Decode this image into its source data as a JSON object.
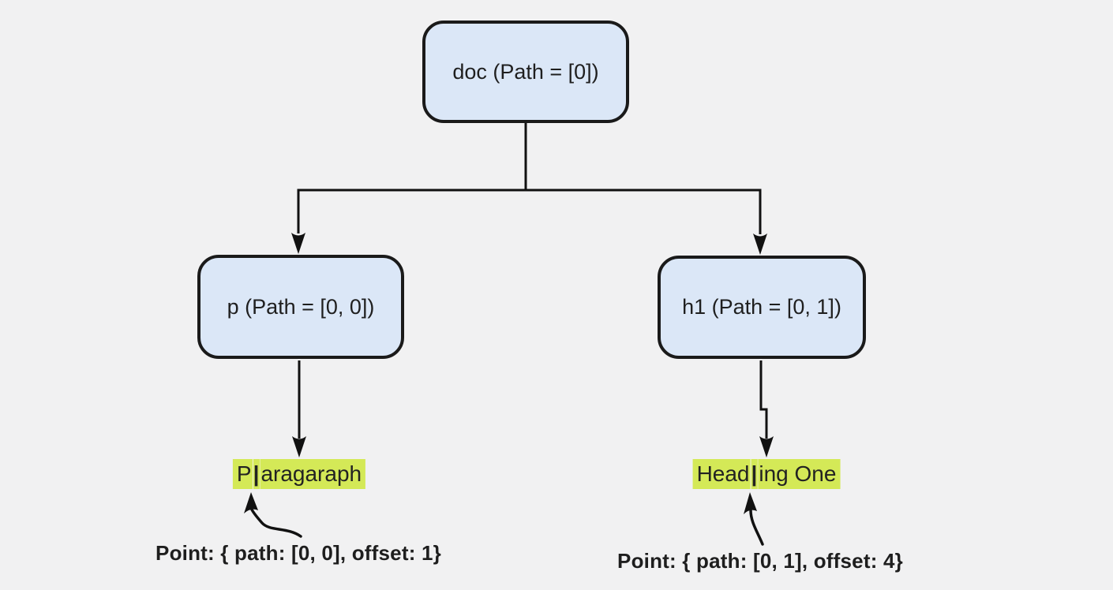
{
  "colors": {
    "background": "#f1f1f2",
    "node_fill": "#dbe7f7",
    "node_border": "#1a1a1a",
    "highlight": "#d4e957",
    "line": "#111111",
    "text": "#1f1f1f"
  },
  "tree": {
    "root": {
      "label": "doc (Path = [0])"
    },
    "children": [
      {
        "label": "p (Path = [0, 0])"
      },
      {
        "label": "h1 (Path = [0, 1])"
      }
    ]
  },
  "leaves": {
    "paragraph": {
      "before_cursor": "P",
      "cursor": "|",
      "after_cursor": "aragaraph"
    },
    "heading": {
      "before_cursor": "Head",
      "cursor": "|",
      "after_cursor": "ing One"
    }
  },
  "points": {
    "left": "Point: { path: [0, 0], offset: 1}",
    "right": "Point: { path: [0, 1], offset: 4}"
  }
}
